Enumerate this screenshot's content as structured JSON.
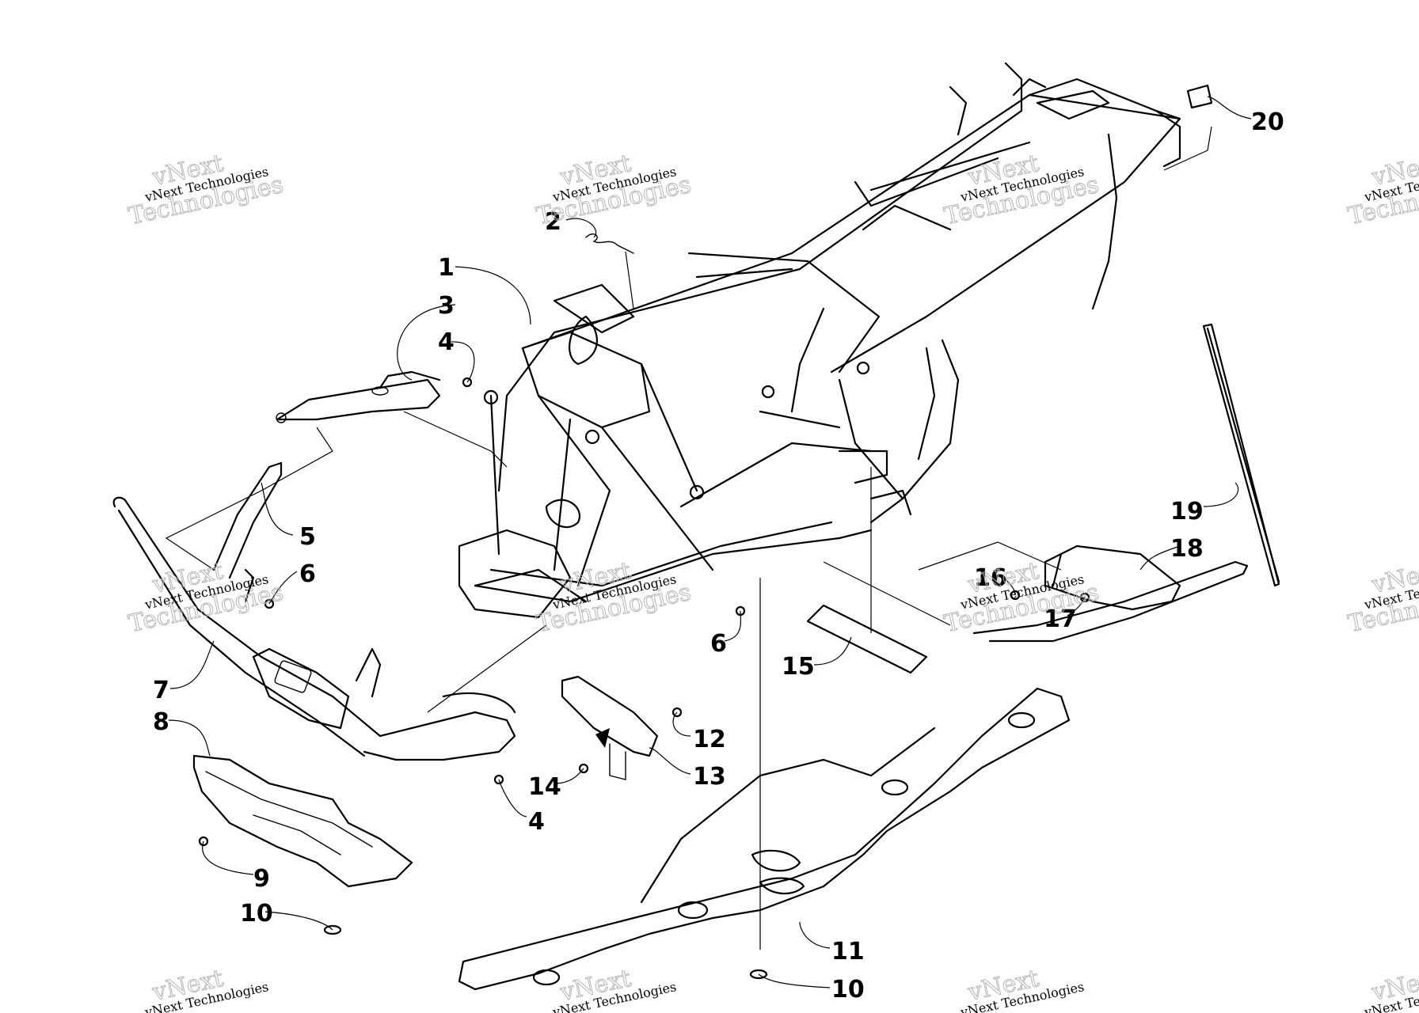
{
  "watermark": {
    "line1": "vNext",
    "line2": "vNext Technologies",
    "line3": "Technologies"
  },
  "callouts": {
    "c1": "1",
    "c2": "2",
    "c3": "3",
    "c4a": "4",
    "c4b": "4",
    "c5": "5",
    "c6a": "6",
    "c6b": "6",
    "c7": "7",
    "c8": "8",
    "c9": "9",
    "c10a": "10",
    "c10b": "10",
    "c11": "11",
    "c12": "12",
    "c13": "13",
    "c14": "14",
    "c15": "15",
    "c16": "16",
    "c17": "17",
    "c18": "18",
    "c19": "19",
    "c20": "20"
  },
  "icons": [
    "frame-assembly",
    "front-bumper",
    "skid-plate",
    "rear-rack-support"
  ]
}
